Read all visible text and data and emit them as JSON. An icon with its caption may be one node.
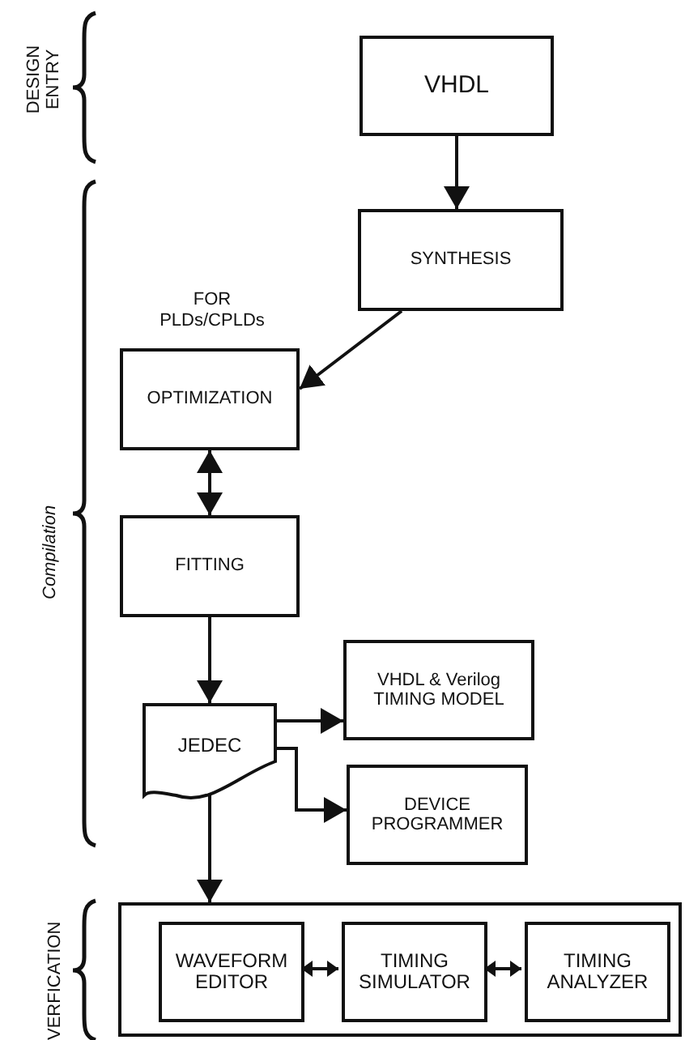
{
  "diagram": {
    "nodes": [
      {
        "text": [
          "VHDL"
        ]
      },
      {
        "text": [
          "SYNTHESIS"
        ]
      },
      {
        "text": [
          "OPTIMIZATION"
        ],
        "beside": [
          "FOR PLDs/CPLDs"
        ]
      },
      {
        "text": [
          "FITTING"
        ]
      },
      {
        "text": [
          "JEDEC"
        ]
      },
      {
        "text": [
          "VHDL & Verilog TIMING MODEL"
        ]
      },
      {
        "text": [
          "DEVICE PROGRAMMER"
        ]
      },
      {
        "text": [],
        "shape": "box"
      },
      {
        "text": [
          "WAVEFORM EDITOR"
        ],
        "in": 7
      },
      {
        "text": [
          "TIMING SIMULATOR"
        ],
        "in": 7
      },
      {
        "text": [
          "TIMING ANALYZER"
        ],
        "in": 7
      }
    ],
    "edges": [
      {
        "from": 0,
        "to": 1,
        "arrow": "to"
      },
      {
        "from": 1,
        "to": 2,
        "arrow": "to"
      },
      {
        "from": 2,
        "to": 3,
        "arrow": "both"
      },
      {
        "from": 3,
        "to": 4,
        "arrow": "to"
      },
      {
        "from": 4,
        "to": 5,
        "arrow": "to"
      },
      {
        "from": 4,
        "to": 6,
        "arrow": "to"
      },
      {
        "from": 4,
        "to": 7,
        "arrow": "to"
      },
      {
        "from": 8,
        "to": 9,
        "arrow": "both"
      },
      {
        "from": 9,
        "to": 10,
        "arrow": "both"
      }
    ],
    "labels": [
      "DESIGN ENTRY",
      "Compilation",
      "VERFICATION"
    ]
  }
}
